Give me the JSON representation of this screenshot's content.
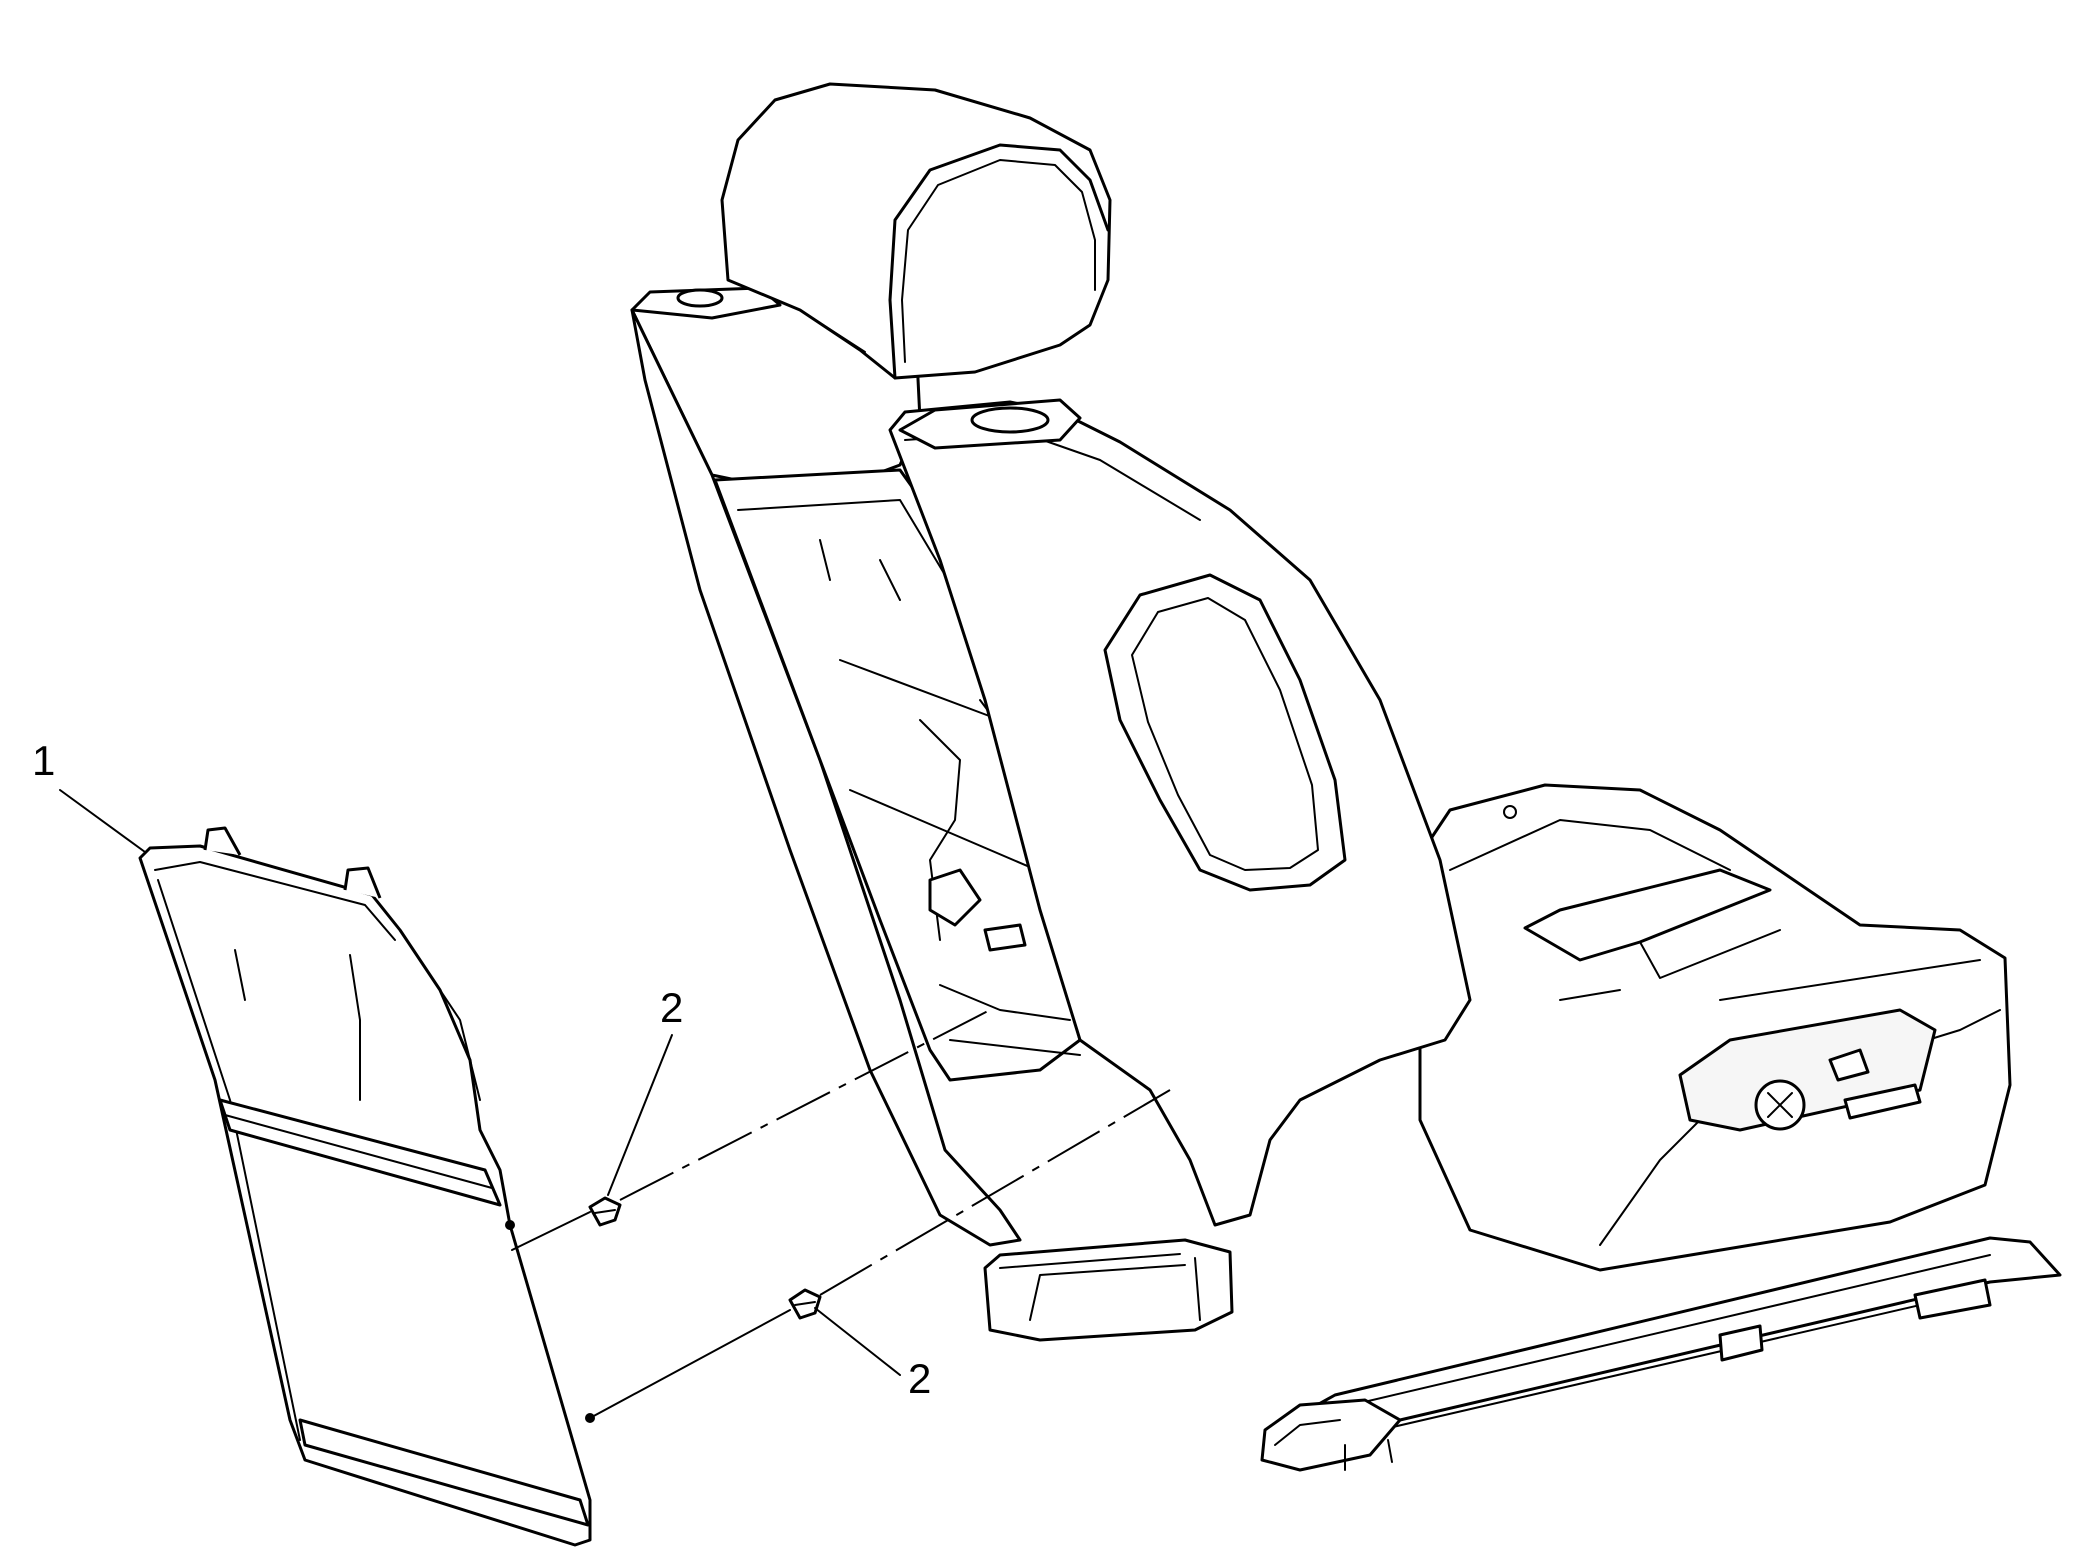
{
  "callouts": {
    "panel": "1",
    "retainer_upper": "2",
    "retainer_lower": "2"
  },
  "colors": {
    "line": "#000000",
    "background": "#ffffff"
  }
}
